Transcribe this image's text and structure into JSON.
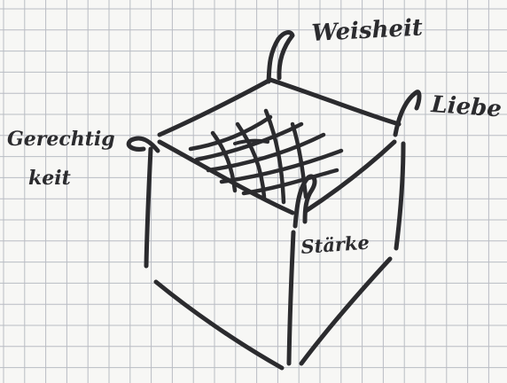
{
  "diagram": {
    "labels": {
      "weisheit": "Weisheit",
      "liebe": "Liebe",
      "gerechtigkeit_line1": "Gerechtig",
      "gerechtigkeit_line2": "keit",
      "staerke": "Stärke"
    },
    "colors": {
      "paper": "#f7f7f5",
      "grid": "#b9bcc4",
      "ink": "#2b2b2e"
    }
  }
}
